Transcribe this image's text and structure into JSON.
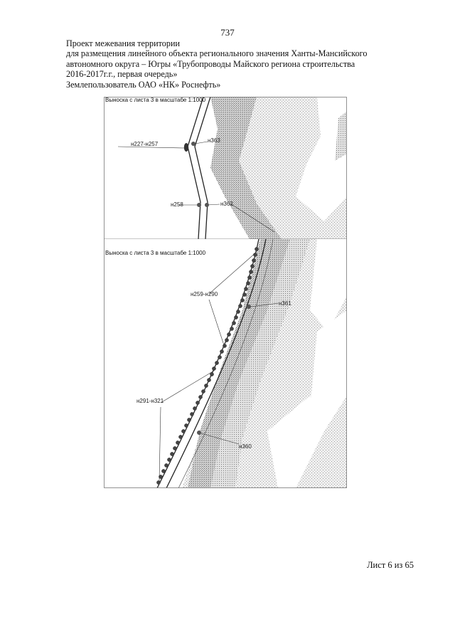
{
  "page_number": "737",
  "header": {
    "line1": "Проект межевания территории",
    "line2": "для размещения линейного объекта регионального значения Ханты-Мансийского",
    "line3": "автономного округа – Югры  «Трубопроводы Майского региона строительства",
    "line4": "2016-2017г.г., первая очередь»",
    "line5": "Землепользователь ОАО «НК» Роснефть»"
  },
  "map": {
    "inset1_title": "Выноска с листа 3  в масштабе 1:1000",
    "inset2_title": "Выноска с листа 3  в масштабе 1:1000",
    "labels": {
      "n227_n257": "н227-н257",
      "n363": "н363",
      "n258": "н258",
      "n362": "н362",
      "n259_n290": "н259-н290",
      "n361": "н361",
      "n291_n321": "н291-н321",
      "n360": "н360"
    },
    "colors": {
      "hatch_dark": "#8a8a8a",
      "hatch_light": "#bdbdbd",
      "line": "#222222",
      "point": "#555555"
    }
  },
  "footer": {
    "sheet": "Лист 6 из 65"
  }
}
